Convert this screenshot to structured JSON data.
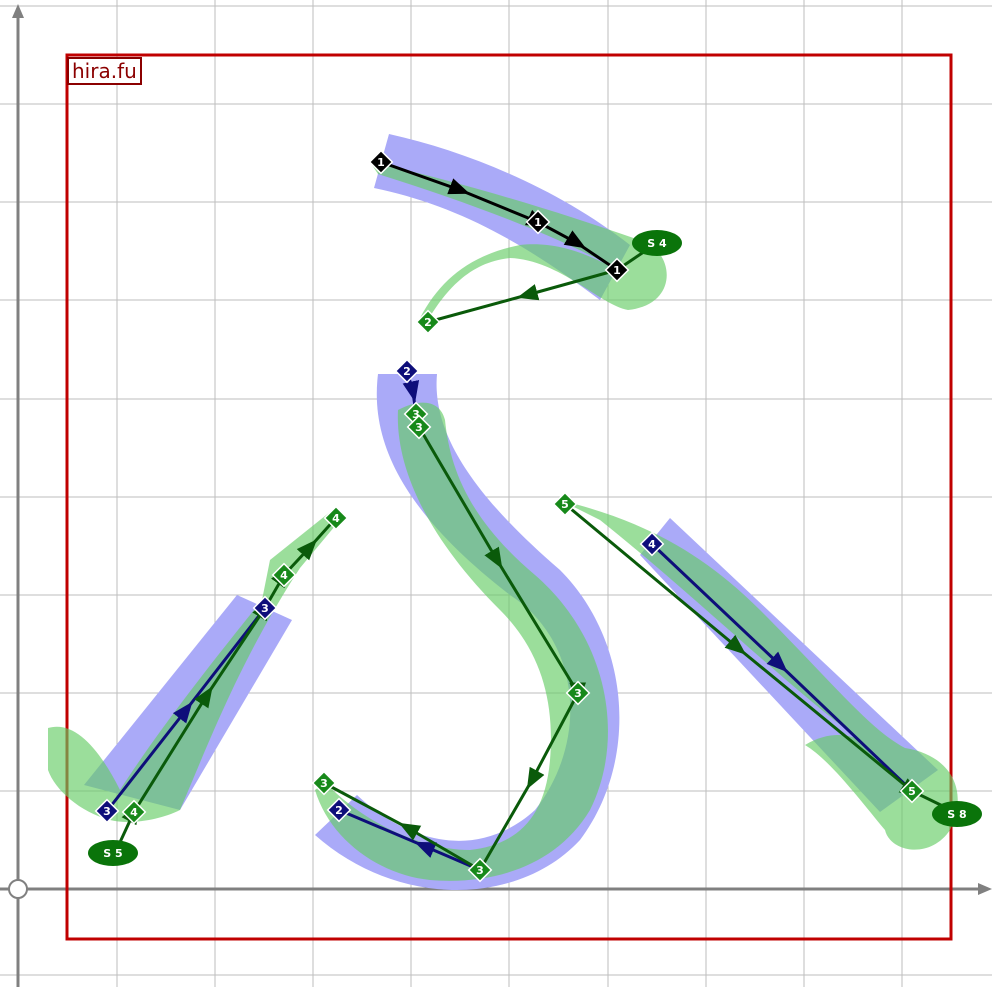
{
  "title_label": "hira.fu",
  "colors": {
    "grid": "#b4b4b4",
    "axis": "#7a7a7a",
    "frame": "#c00000",
    "blue_stroke": "#aaaaf8",
    "green_stroke": "#5ccc5c",
    "dark_green": "#0a6e0a",
    "navy": "#0e0e7a",
    "black": "#000000"
  },
  "markers": {
    "black": [
      "1",
      "1",
      "1"
    ],
    "navy": [
      "2",
      "2",
      "3",
      "4"
    ],
    "green": [
      "2",
      "3",
      "3",
      "3",
      "3",
      "4",
      "4",
      "4",
      "5",
      "5"
    ],
    "stroke_tags": [
      "S 4",
      "S 5",
      "S 8"
    ]
  }
}
